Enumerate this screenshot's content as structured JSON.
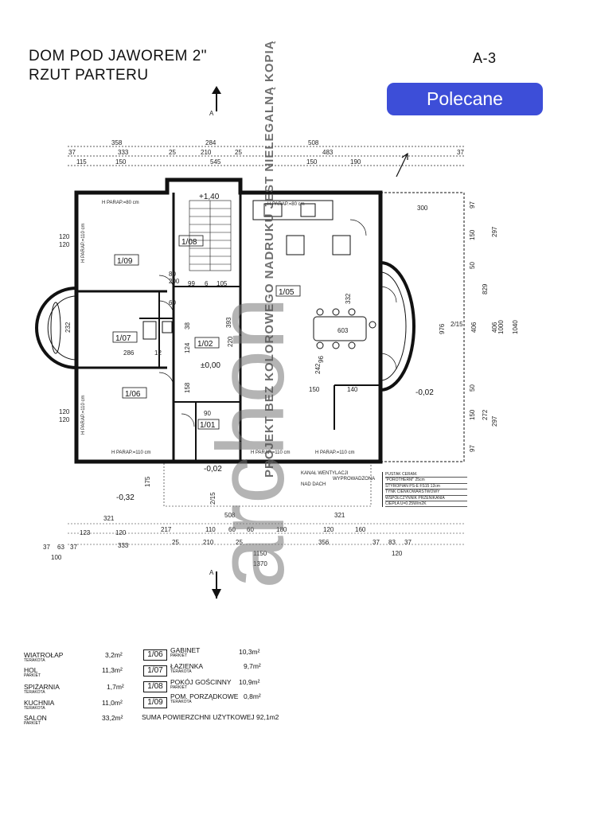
{
  "header": {
    "title": "DOM POD JAWOREM 2\"",
    "subtitle": "RZUT PARTERU",
    "sheet": "A-3"
  },
  "badge": {
    "label": "Polecane",
    "color": "#3d4ed8"
  },
  "watermark": {
    "brand": "archon",
    "note": "PROJEKT BEZ KOLOROWEGO NADRUKU JEST NIELEGALNĄ KOPIĄ"
  },
  "plan": {
    "section_marker": "A",
    "room_codes": [
      "1/02",
      "1/05",
      "1/06",
      "1/07",
      "1/08",
      "1/09",
      "1/01"
    ],
    "level_labels": [
      "+1,40",
      "±0,00",
      "-0,02",
      "-0,02",
      "-0,32"
    ],
    "top_dims_row1": [
      "358",
      "284",
      "508"
    ],
    "top_dims_row2": [
      "37",
      "333",
      "25",
      "210",
      "25",
      "483",
      "37"
    ],
    "top_dims_row3": [
      "115",
      "150",
      "545",
      "150",
      "190"
    ],
    "bottom_dims_row1": [
      "321",
      "321"
    ],
    "bottom_dims_row2": [
      "123",
      "120",
      "217",
      "110",
      "60",
      "60",
      "180",
      "120",
      "160"
    ],
    "bottom_dims_row3": [
      "37",
      "63",
      "37",
      "333",
      "25",
      "210",
      "25",
      "356",
      "37",
      "83",
      "37"
    ],
    "bottom_dims_row4": [
      "100",
      "1150",
      "1370",
      "120"
    ],
    "bottom_dim_508": "508",
    "right_dims_a": [
      "97",
      "150",
      "50",
      "829",
      "50",
      "150",
      "97"
    ],
    "right_dims_b": [
      "297",
      "976",
      "272",
      "297"
    ],
    "right_dims_c": [
      "406",
      "1000",
      "406"
    ],
    "right_dims_d": [
      "1040"
    ],
    "left_dims": [
      "120",
      "120",
      "232",
      "120",
      "120"
    ],
    "interior_labels": {
      "parap_a": "H PARAP.=80 cm",
      "parap_b": "H PARAP.=80 cm",
      "parap_c": "H PARAP.=110 cm",
      "parap_d": "H PARAP.=110 cm",
      "parap_e": "H PARAP.=110 cm",
      "parap_f": "H PARAP.=110 cm",
      "parap_g": "H PARAP.=110 cm",
      "d300": "300",
      "d603": "603",
      "d332": "332",
      "d140": "140",
      "d150a": "150",
      "d286": "286",
      "d393": "393",
      "d220": "220",
      "d242": "242",
      "d96": "96",
      "d200": "200",
      "d105": "105",
      "d99": "99",
      "d6": "6",
      "d80": "80",
      "d90": "90",
      "d60": "60",
      "d12": "12",
      "d124": "124",
      "d158": "158",
      "d38": "38",
      "d175": "175",
      "d215": "2/15",
      "d115": "2/15"
    },
    "spec_box": [
      "PUSTAK CERAM.",
      "\"POROTHERM\"          25cm",
      "STYROPIAN PS-E FS15  12cm",
      "TYNK CIENKOWARSTWOWY",
      "WSPÓŁCZYNNIK PRZENIKANIA",
      "CIEPŁA  U=0.25W/m2K"
    ],
    "vent_note": [
      "KANAŁ WENTYLACJI",
      "WYPROWADZONA",
      "NAD DACH"
    ]
  },
  "legend": {
    "left": [
      {
        "name": "WIATROŁAP",
        "finish": "TERAKOTA",
        "area": "3,2m²"
      },
      {
        "name": "HOL",
        "finish": "PARKIET",
        "area": "11,3m²"
      },
      {
        "name": "SPIŻARNIA",
        "finish": "TERAKOTA",
        "area": "1,7m²"
      },
      {
        "name": "KUCHNIA",
        "finish": "TERAKOTA",
        "area": "11,0m²"
      },
      {
        "name": "SALON",
        "finish": "PARKIET",
        "area": "33,2m²"
      }
    ],
    "right": [
      {
        "code": "1/06",
        "name": "GABINET",
        "finish": "PARKIET",
        "area": "10,3m²"
      },
      {
        "code": "1/07",
        "name": "ŁAZIENKA",
        "finish": "TERAKOTA",
        "area": "9,7m²"
      },
      {
        "code": "1/08",
        "name": "POKÓJ GOŚCINNY",
        "finish": "PARKIET",
        "area": "10,9m²"
      },
      {
        "code": "1/09",
        "name": "POM. PORZĄDKOWE",
        "finish": "TERAKOTA",
        "area": "0,8m²"
      }
    ],
    "sum": "SUMA POWIERZCHNI UŻYTKOWEJ 92,1m2"
  }
}
